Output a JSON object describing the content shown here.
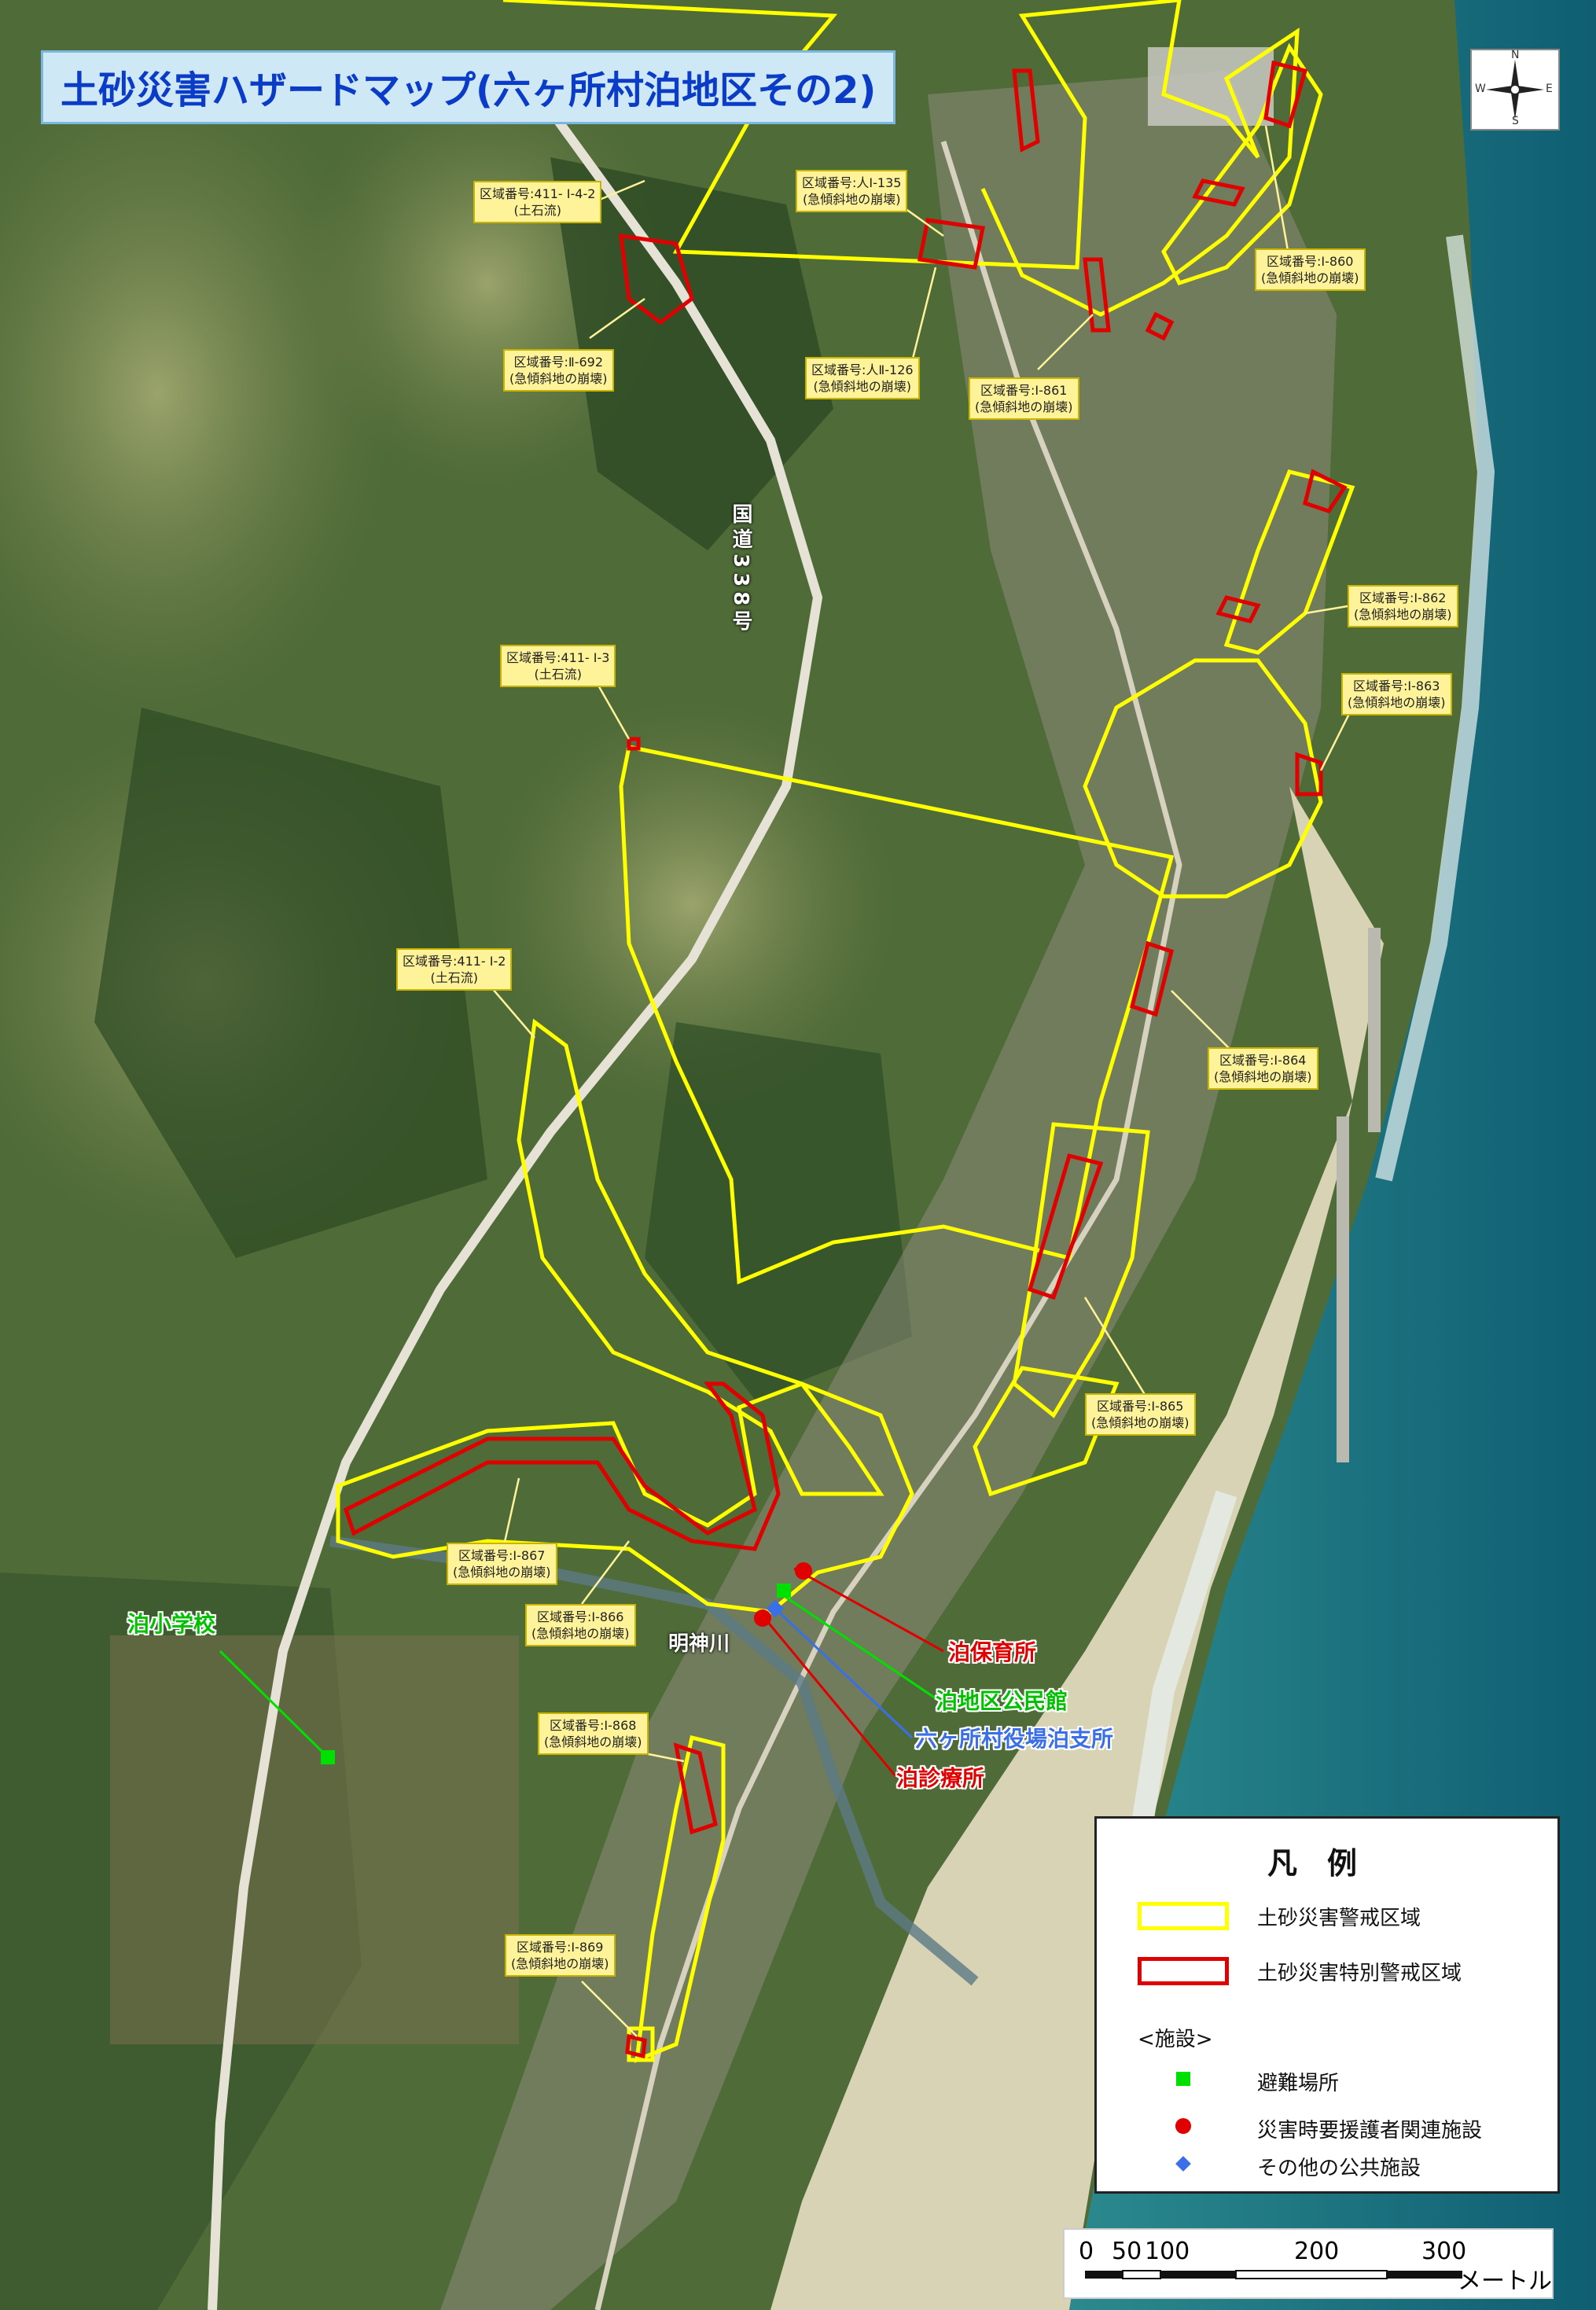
{
  "title": "土砂災害ハザードマップ(六ヶ所村泊地区その2)",
  "compass": {
    "n": "N",
    "s": "S",
    "e": "E",
    "w": "W"
  },
  "callouts": [
    {
      "id": "411-4-2",
      "l1": "区域番号:411- Ⅰ-4-2",
      "l2": "(土石流)"
    },
    {
      "id": "jin1-135",
      "l1": "区域番号:人Ⅰ-135",
      "l2": "(急傾斜地の崩壊)"
    },
    {
      "id": "I-860",
      "l1": "区域番号:Ⅰ-860",
      "l2": "(急傾斜地の崩壊)"
    },
    {
      "id": "II-692",
      "l1": "区域番号:Ⅱ-692",
      "l2": "(急傾斜地の崩壊)"
    },
    {
      "id": "jin2-126",
      "l1": "区域番号:人Ⅱ-126",
      "l2": "(急傾斜地の崩壊)"
    },
    {
      "id": "I-861",
      "l1": "区域番号:Ⅰ-861",
      "l2": "(急傾斜地の崩壊)"
    },
    {
      "id": "I-862",
      "l1": "区域番号:Ⅰ-862",
      "l2": "(急傾斜地の崩壊)"
    },
    {
      "id": "411-3",
      "l1": "区域番号:411- Ⅰ-3",
      "l2": "(土石流)"
    },
    {
      "id": "I-863",
      "l1": "区域番号:Ⅰ-863",
      "l2": "(急傾斜地の崩壊)"
    },
    {
      "id": "411-2",
      "l1": "区域番号:411- Ⅰ-2",
      "l2": "(土石流)"
    },
    {
      "id": "I-864",
      "l1": "区域番号:Ⅰ-864",
      "l2": "(急傾斜地の崩壊)"
    },
    {
      "id": "I-865",
      "l1": "区域番号:Ⅰ-865",
      "l2": "(急傾斜地の崩壊)"
    },
    {
      "id": "I-867",
      "l1": "区域番号:Ⅰ-867",
      "l2": "(急傾斜地の崩壊)"
    },
    {
      "id": "I-866",
      "l1": "区域番号:Ⅰ-866",
      "l2": "(急傾斜地の崩壊)"
    },
    {
      "id": "I-868",
      "l1": "区域番号:Ⅰ-868",
      "l2": "(急傾斜地の崩壊)"
    },
    {
      "id": "I-869",
      "l1": "区域番号:Ⅰ-869",
      "l2": "(急傾斜地の崩壊)"
    }
  ],
  "facilities": {
    "school": "泊小学校",
    "nursery": "泊保育所",
    "hall": "泊地区公民館",
    "branch": "六ヶ所村役場泊支所",
    "clinic": "泊診療所"
  },
  "river": "明神川",
  "road": "国道338号",
  "legend": {
    "title": "凡例",
    "warning": "土砂災害警戒区域",
    "special": "土砂災害特別警戒区域",
    "facilities_header": "<施設>",
    "evacuation": "避難場所",
    "care": "災害時要援護者関連施設",
    "public": "その他の公共施設",
    "yellow": "#ffff00",
    "red": "#e00000",
    "green": "#00e000",
    "blue": "#3a6fe8"
  },
  "scale": {
    "ticks": [
      "0",
      "50",
      "100",
      "200",
      "300"
    ],
    "unit": "メートル"
  }
}
